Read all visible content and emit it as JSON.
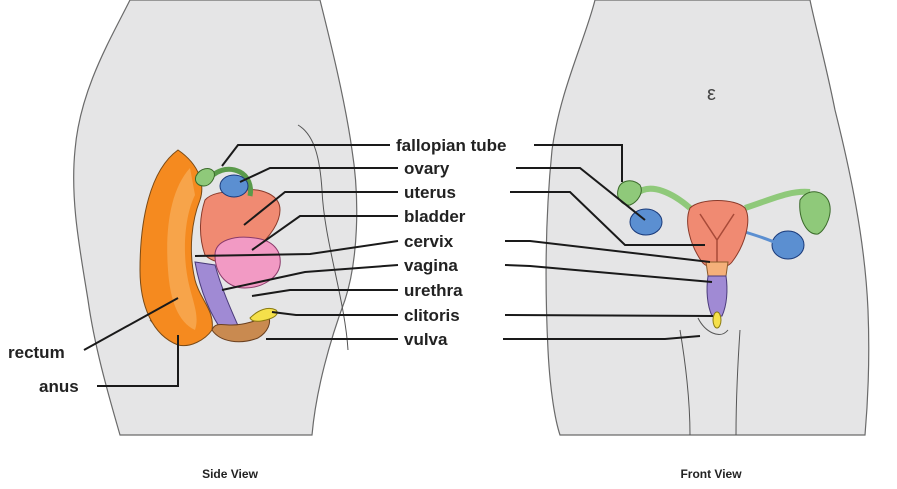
{
  "labels": {
    "fallopian_tube": "fallopian tube",
    "ovary": "ovary",
    "uterus": "uterus",
    "bladder": "bladder",
    "cervix": "cervix",
    "vagina": "vagina",
    "urethra": "urethra",
    "clitoris": "clitoris",
    "vulva": "vulva",
    "rectum": "rectum",
    "anus": "anus"
  },
  "captions": {
    "side_view": "Side View",
    "front_view": "Front View"
  },
  "navel_mark": "ε",
  "colors": {
    "skin": "#e5e5e6",
    "fallopian_tube": "#8fc97a",
    "ovary": "#5b8fd1",
    "uterus": "#f08a72",
    "bladder": "#f29ac4",
    "vagina": "#a08ad4",
    "rectum": "#f58a1f",
    "clitoris": "#f5e04a",
    "vulva": "#c98a50"
  }
}
